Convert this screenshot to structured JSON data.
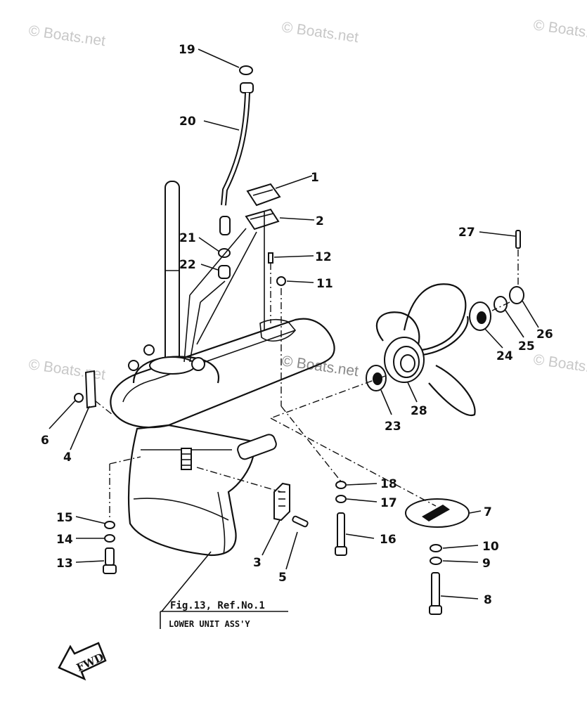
{
  "watermark": "© Boats.net",
  "caption": {
    "figure": "Fig.13, Ref.No.1",
    "title": "LOWER UNIT ASS'Y"
  },
  "fwd_label": "FWD",
  "callouts": [
    "1",
    "2",
    "3",
    "4",
    "5",
    "6",
    "7",
    "8",
    "9",
    "10",
    "11",
    "12",
    "13",
    "14",
    "15",
    "16",
    "17",
    "18",
    "19",
    "20",
    "21",
    "22",
    "23",
    "24",
    "25",
    "26",
    "27",
    "28"
  ]
}
